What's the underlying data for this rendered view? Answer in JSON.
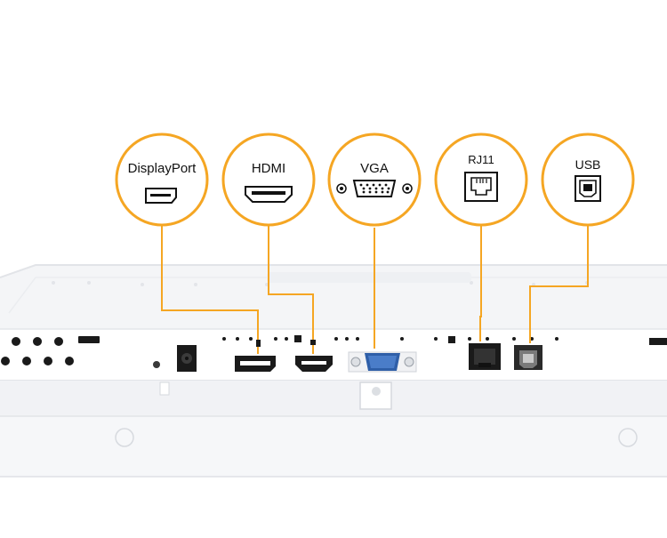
{
  "callouts": [
    {
      "label": "DisplayPort",
      "icon": "displayport-icon"
    },
    {
      "label": "HDMI",
      "icon": "hdmi-icon"
    },
    {
      "label": "VGA",
      "icon": "vga-icon"
    },
    {
      "label": "RJ11",
      "icon": "rj11-icon"
    },
    {
      "label": "USB",
      "icon": "usb-b-icon"
    }
  ],
  "colors": {
    "accent": "#F5A623",
    "panel": "#F3F4F6",
    "port": "#1A1A1A"
  }
}
